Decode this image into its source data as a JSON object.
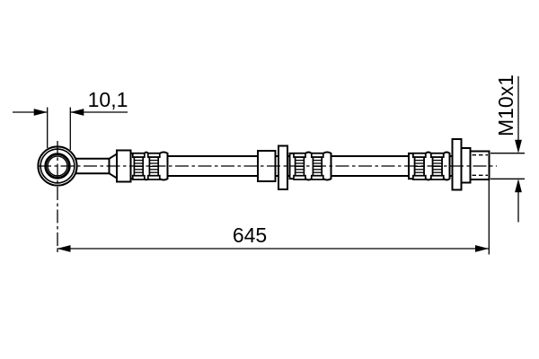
{
  "drawing": {
    "dimensions": {
      "banjo_bore": "10,1",
      "overall_length": "645",
      "thread_size": "M10x1"
    },
    "colors": {
      "line": "#000000",
      "background": "#ffffff"
    }
  }
}
